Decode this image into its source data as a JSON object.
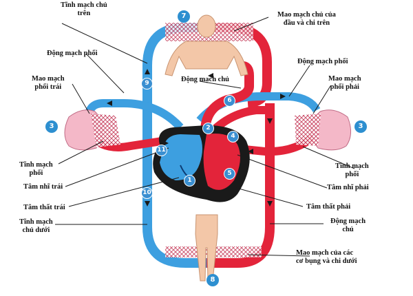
{
  "labels": {
    "svc_sup": "Tĩnh mạch chủ\ntrên",
    "pulm_art_left": "Động mạch phổi",
    "cap_lung_left": "Mao mạch\nphổi trái",
    "pulm_vein_left": "Tĩnh mạch\nphổi",
    "left_atrium": "Tâm nhĩ trái",
    "left_ventricle": "Tâm thất trái",
    "ivc": "Tĩnh mạch\nchủ dưới",
    "cap_head": "Mao mạch chủ của\nđầu và chi trên",
    "pulm_art_right": "Động mạch phổi",
    "cap_lung_right": "Mao mạch\nphổi phải",
    "aorta_top": "Động mạch chủ",
    "pulm_vein_right": "Tĩnh mạch\nphổi",
    "right_atrium": "Tâm nhĩ phải",
    "right_ventricle": "Tâm thất phải",
    "aorta_bottom": "Động mạch\nchủ",
    "cap_lower": "Mao mạch của các\ncơ bụng và chi dưới"
  },
  "badges": [
    "1",
    "2",
    "3",
    "3",
    "4",
    "5",
    "6",
    "7",
    "8",
    "9",
    "10",
    "11"
  ],
  "colors": {
    "vein": "#3d9fe0",
    "artery": "#e3243a",
    "heart_dark": "#1a1a1a",
    "lung": "#f4b8c8",
    "body": "#f3c7a8",
    "badge": "#2d8fd0"
  }
}
